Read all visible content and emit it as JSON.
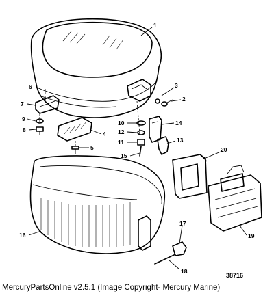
{
  "diagram": {
    "callouts": [
      "1",
      "2",
      "3",
      "4",
      "5",
      "6",
      "7",
      "8",
      "9",
      "10",
      "11",
      "12",
      "13",
      "14",
      "15",
      "16",
      "17",
      "18",
      "19",
      "20"
    ],
    "drawing_number": "38716"
  },
  "caption": "MercuryPartsOnline v2.5.1 (Image Copyright- Mercury Marine)"
}
